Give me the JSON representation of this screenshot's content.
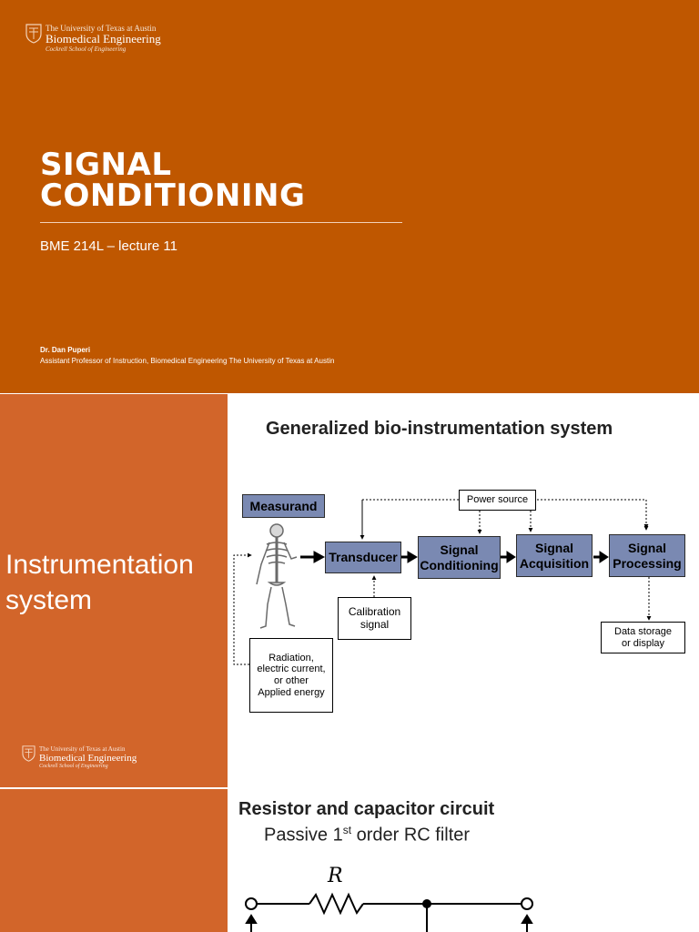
{
  "title_slide": {
    "logo_line1": "The University of Texas at Austin",
    "logo_line2": "Biomedical Engineering",
    "logo_line3": "Cockrell School of Engineering",
    "title_line1": "SIGNAL",
    "title_line2": "CONDITIONING",
    "subtitle": "BME 214L – lecture 11",
    "author": "Dr. Dan Puperi",
    "affiliation": "Assistant Professor of Instruction, Biomedical Engineering The University of Texas at Austin"
  },
  "slide2": {
    "sidebar_line1": "Instrumentation",
    "sidebar_line2": "system",
    "heading": "Generalized bio-instrumentation system",
    "diagram": {
      "measurand": "Measurand",
      "transducer": "Transducer",
      "conditioning_1": "Signal",
      "conditioning_2": "Conditioning",
      "acquisition_1": "Signal",
      "acquisition_2": "Acquisition",
      "processing_1": "Signal",
      "processing_2": "Processing",
      "power_source": "Power source",
      "calibration_1": "Calibration",
      "calibration_2": "signal",
      "storage_1": "Data storage",
      "storage_2": "or display",
      "energy_1": "Radiation,",
      "energy_2": "electric current,",
      "energy_3": "or other",
      "energy_4": "Applied energy"
    }
  },
  "slide3": {
    "heading": "Resistor and capacitor circuit",
    "subheading_pre": "Passive 1",
    "subheading_sup": "st",
    "subheading_post": " order RC filter",
    "resistor_label": "R"
  },
  "colors": {
    "ut_orange": "#bf5700",
    "sidebar_orange": "#d2652a",
    "block_blue": "#7a89b2"
  }
}
